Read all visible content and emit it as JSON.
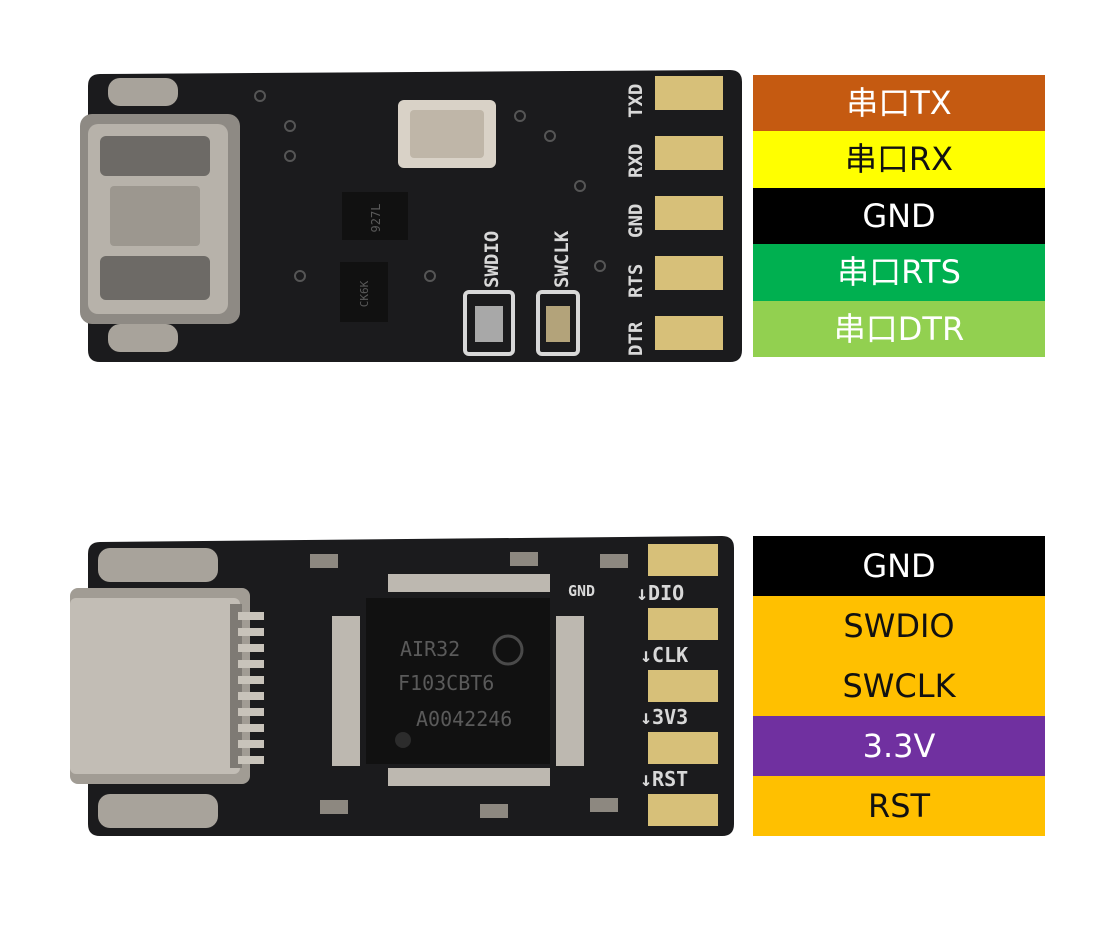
{
  "top_board": {
    "silkscreen": {
      "pins": [
        "TXD",
        "RXD",
        "GND",
        "RTS",
        "DTR"
      ],
      "swd": [
        "SWDIO",
        "SWCLK"
      ],
      "chip_a": "927L",
      "chip_b": "CK6K"
    },
    "labels": [
      {
        "text": "串口TX",
        "color": "#C55A11",
        "light": true
      },
      {
        "text": "串口RX",
        "color": "#FFFF00",
        "light": false
      },
      {
        "text": "GND",
        "color": "#000000",
        "light": true
      },
      {
        "text": "串口RTS",
        "color": "#00B050",
        "light": true
      },
      {
        "text": "串口DTR",
        "color": "#92D050",
        "light": true
      }
    ]
  },
  "bottom_board": {
    "chip": {
      "line1": "AIR32",
      "line2": "F103CBT6",
      "line3": "A0042246"
    },
    "silkscreen": {
      "gnd": "GND",
      "pins": [
        "↓DIO",
        "↓CLK",
        "↓3V3",
        "↓RST"
      ]
    },
    "labels": [
      {
        "text": "GND",
        "color": "#000000",
        "light": true
      },
      {
        "text": "SWDIO",
        "color": "#FFC000",
        "light": false
      },
      {
        "text": "SWCLK",
        "color": "#FFC000",
        "light": false
      },
      {
        "text": "3.3V",
        "color": "#7030A0",
        "light": true
      },
      {
        "text": "RST",
        "color": "#FFC000",
        "light": false
      }
    ]
  }
}
